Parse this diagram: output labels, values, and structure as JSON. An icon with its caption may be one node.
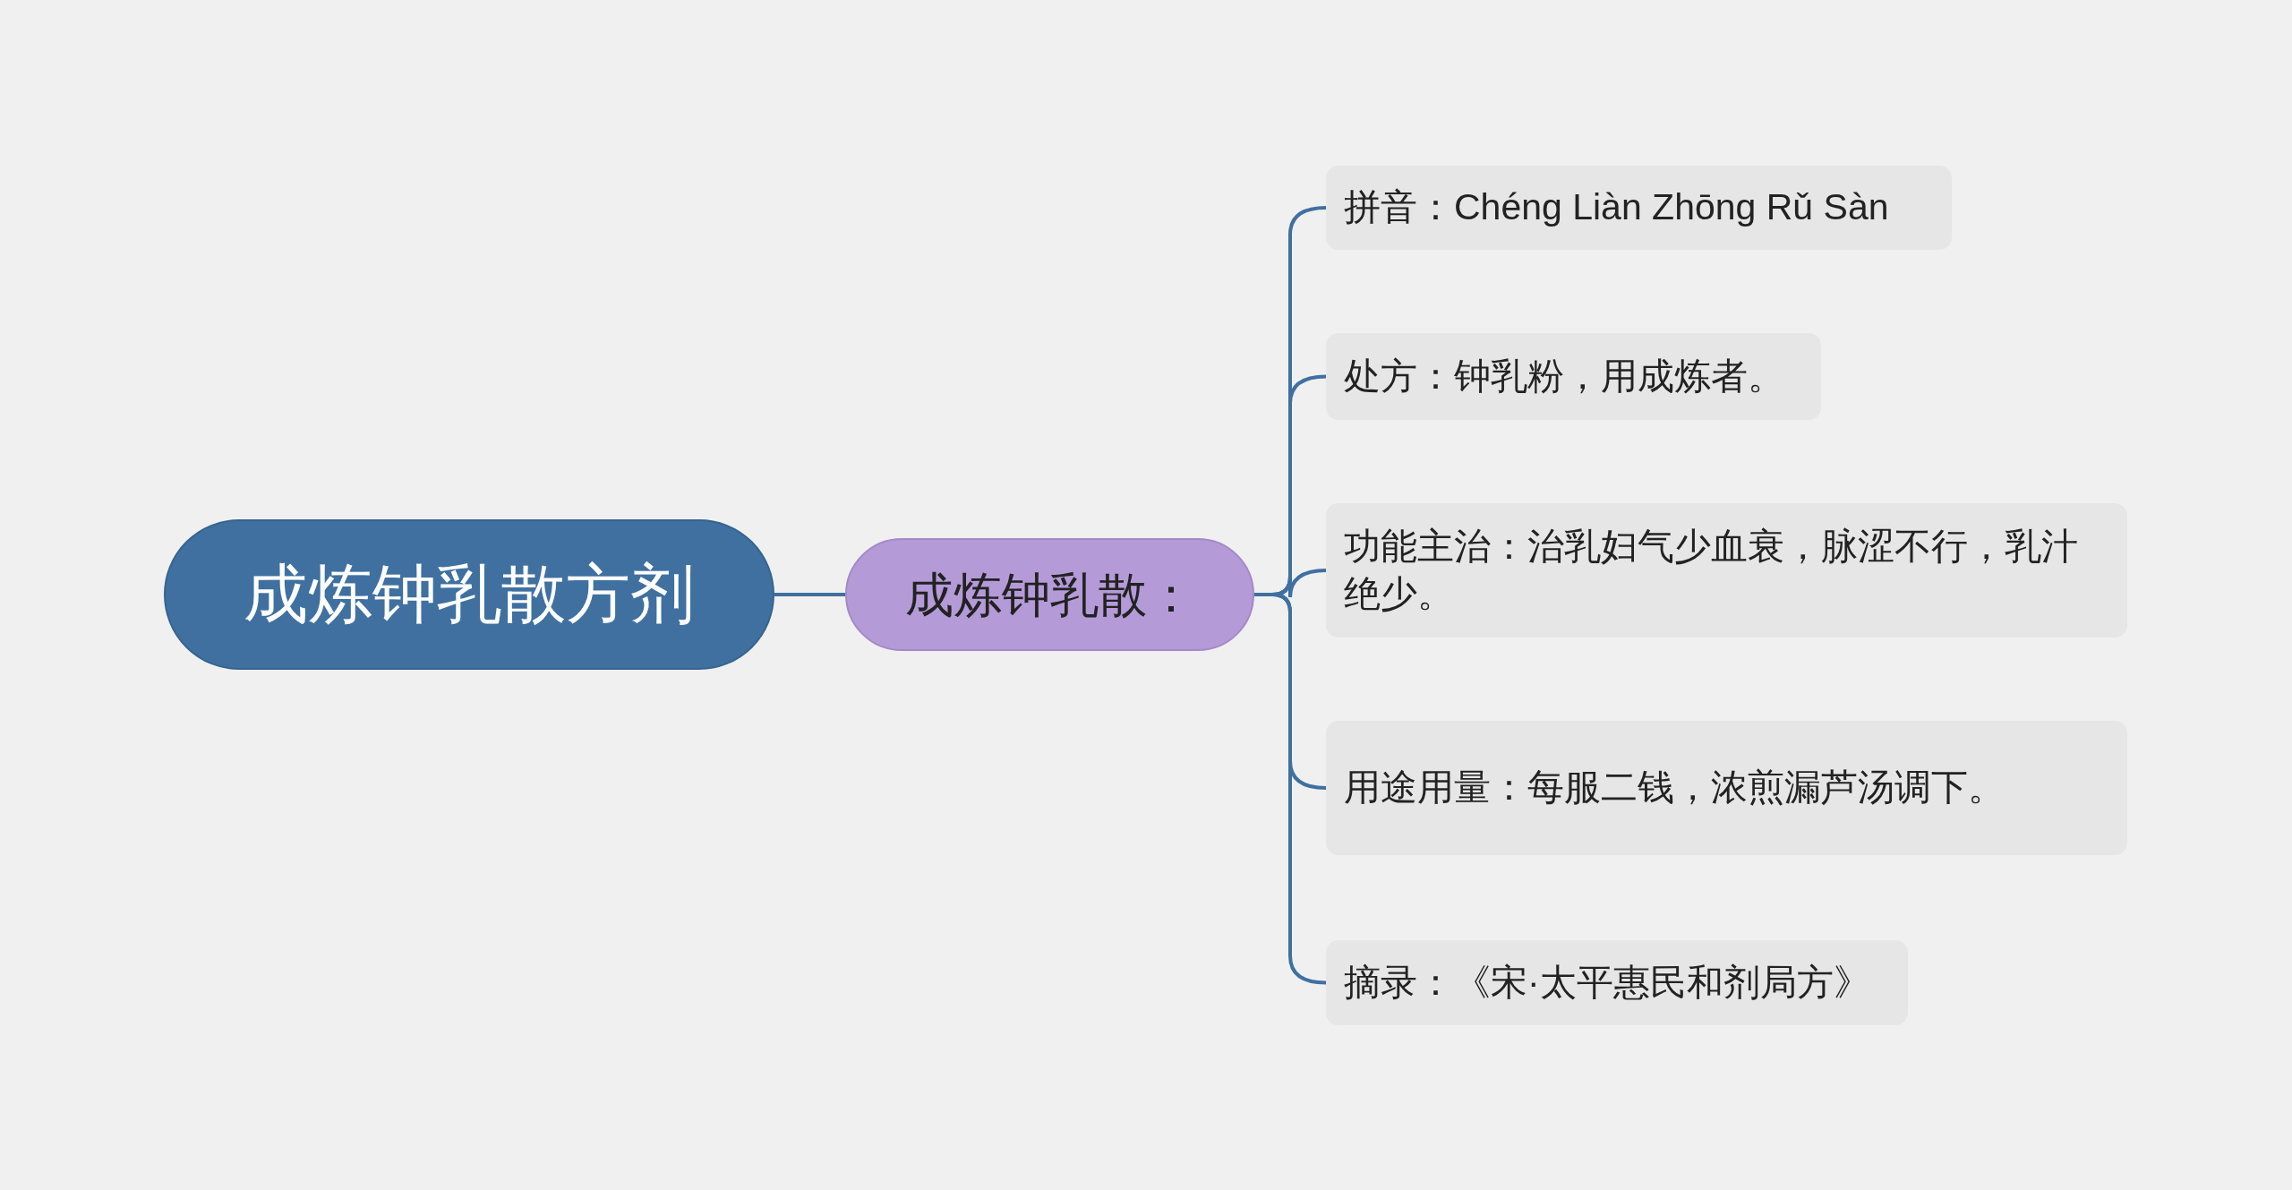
{
  "diagram": {
    "nodes": [
      {
        "text": [
          "成炼钟乳散方剂"
        ]
      },
      {
        "text": [
          "成炼钟乳散："
        ]
      },
      {
        "text": [
          "拼音：Chéng Liàn Zhōng Rǔ Sàn"
        ]
      },
      {
        "text": [
          "处方：钟乳粉，用成炼者。"
        ]
      },
      {
        "text": [
          "功能主治：治乳妇气少血衰，脉涩不行，乳汁绝少。"
        ]
      },
      {
        "text": [
          "用途用量：每服二钱，浓煎漏芦汤调下。"
        ]
      },
      {
        "text": [
          "摘录：《宋·太平惠民和剂局方》"
        ]
      }
    ],
    "edges": [
      {
        "from": 0,
        "to": 1,
        "arrow": "none"
      },
      {
        "from": 1,
        "to": 2,
        "arrow": "none"
      },
      {
        "from": 1,
        "to": 3,
        "arrow": "none"
      },
      {
        "from": 1,
        "to": 4,
        "arrow": "none"
      },
      {
        "from": 1,
        "to": 5,
        "arrow": "none"
      },
      {
        "from": 1,
        "to": 6,
        "arrow": "none"
      }
    ]
  }
}
